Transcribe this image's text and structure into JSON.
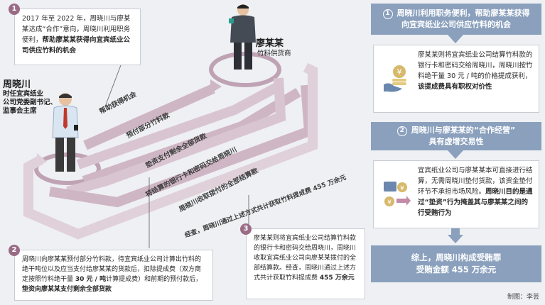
{
  "note1": {
    "num": "1",
    "text_plain": "2017 年至 2022 年，周晓川与廖某某达成“合作”意向，周晓川利用职务便利，",
    "text_bold": "帮助廖某某获得向宜宾纸业公司供应竹料的机会"
  },
  "note2": {
    "num": "2",
    "text_plain": "周晓川向廖某某预付部分竹料款，待宜宾纸业公司计算出竹料的绝干吨位以及应当支付给廖某某的货款后，扣除提成费（双方商定按照竹料绝干量 ",
    "text_bold1": "30 元 / 吨",
    "text_plain2": "计算提成费）和前期的预付款后，",
    "text_bold2": "垫资向廖某某支付剩余全部货款"
  },
  "note3": {
    "num": "3",
    "text_plain": "廖某某则将宜宾纸业公司结算竹料款的银行卡和密码交给周晓川，周晓川收取宜宾纸业公司向廖某某拨付的全部结算款。经查，周晓川通过上述方式共计获取竹料提成费 ",
    "text_bold": "455 万余元"
  },
  "person_zhou": {
    "name": "周晓川",
    "title_line1": "时任宜宾纸业",
    "title_line2": "公司党委副书记、",
    "title_line3": "监事会主席"
  },
  "person_liao": {
    "name": "廖某某",
    "title": "竹料供货商"
  },
  "arrows": {
    "a1": "帮助获得机会",
    "a2": "预付部分竹料款",
    "a3": "垫资支付剩余全部货款",
    "a4": "将结算的银行卡和密码交给周晓川",
    "a5": "周晓川收取拨付的全部结算款",
    "a6": "经查，周晓川通过上述方式共计获取竹料提成费 455 万余元"
  },
  "panel1": {
    "num": "1",
    "head_line1": "周晓川利用职务便利，帮助廖某某获得",
    "head_line2": "向宜宾纸业公司供应竹料的机会",
    "body_plain": "廖某某则将宜宾纸业公司结算竹料款的银行卡和密码交给周晓川，周晓川按竹料绝干量 30 元 / 吨的价格提成获利，",
    "body_bold": "该提成费具有职权对价性"
  },
  "panel2": {
    "num": "2",
    "head_line1": "周晓川与廖某某的“合作经营”",
    "head_line2": "具有虚增交易性",
    "body_plain": "宜宾纸业公司与廖某某本可直接进行结算，无需周晓川垫付货款，该资金垫付环节不承担市场风险。",
    "body_bold": "周晓川目的是通过“垫资”行为掩盖其与廖某某之间的行受贿行为"
  },
  "conclusion": {
    "line1": "综上，周晓川构成受贿罪",
    "line2": "受贿金额 455 万余元"
  },
  "credit": "制图：李芸",
  "colors": {
    "accent": "#8aa0bd",
    "band": "#d9c9d3",
    "badge": "#9a6b86"
  }
}
